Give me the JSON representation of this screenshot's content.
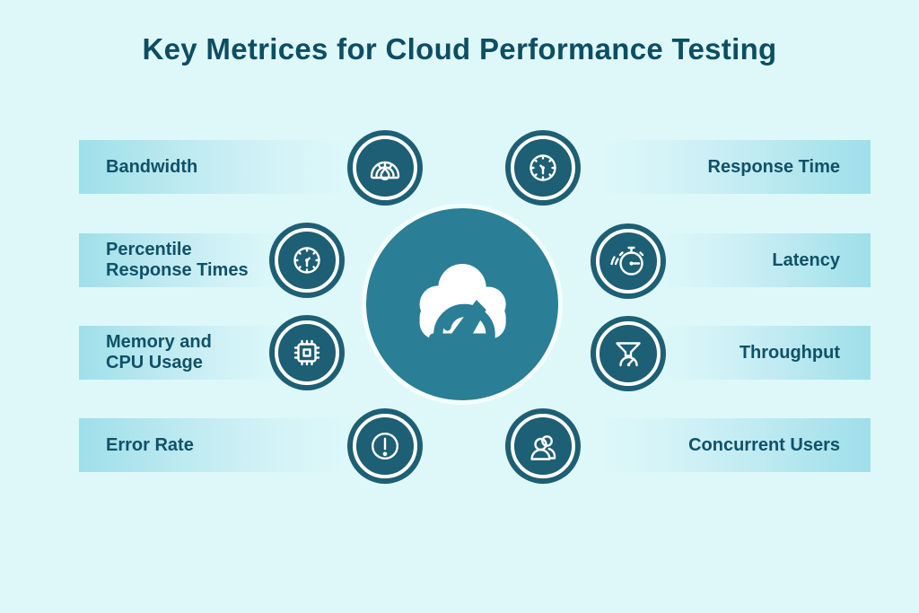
{
  "title": "Key Metrices for Cloud Performance Testing",
  "center": {
    "icon": "cloud-speedometer-icon"
  },
  "metrics": [
    {
      "label": "Bandwidth",
      "side": "left",
      "icon": "gauge-drop-icon"
    },
    {
      "label": "Percentile\nResponse Times",
      "side": "left",
      "icon": "clock-icon"
    },
    {
      "label": "Memory and\nCPU Usage",
      "side": "left",
      "icon": "cpu-chip-icon"
    },
    {
      "label": "Error Rate",
      "side": "left",
      "icon": "alert-icon"
    },
    {
      "label": "Response Time",
      "side": "right",
      "icon": "clock-icon"
    },
    {
      "label": "Latency",
      "side": "right",
      "icon": "stopwatch-icon"
    },
    {
      "label": "Throughput",
      "side": "right",
      "icon": "funnel-gauge-icon"
    },
    {
      "label": "Concurrent Users",
      "side": "right",
      "icon": "users-icon"
    }
  ],
  "colors": {
    "background": "#def8fa",
    "title_text": "#0d4e63",
    "label_text": "#0f5168",
    "bar_strong": "#9edfe9",
    "icon_disc": "#1d5f74",
    "icon_glyph": "#ffffff",
    "hub_fill": "#2a7e95"
  }
}
